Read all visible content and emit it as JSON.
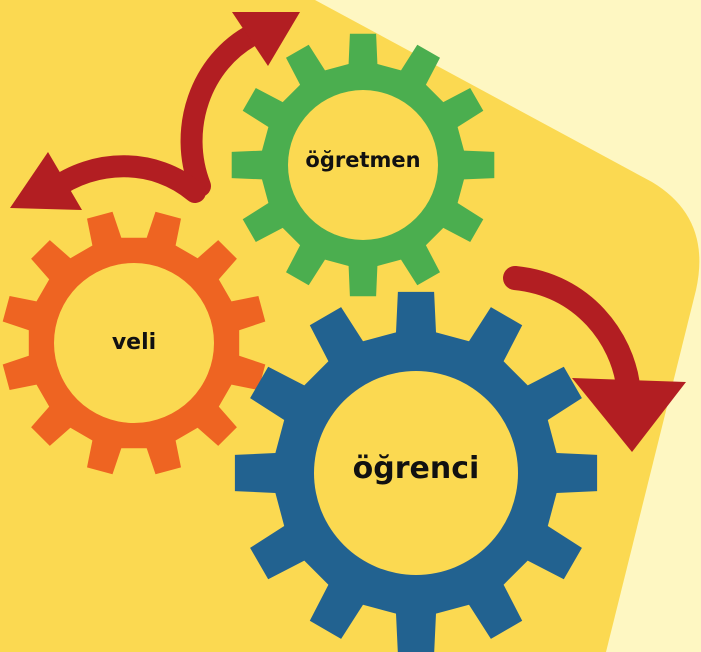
{
  "colors": {
    "page_background": "#FEF7C2",
    "panel_fill": "#FBD951",
    "gear_hole": "#FBD951",
    "arrow": "#B21E22",
    "label_text": "#111111"
  },
  "gears": {
    "ogretmen": {
      "label": "öğretmen",
      "color": "#4BAE4F",
      "teeth": 12
    },
    "veli": {
      "label": "veli",
      "color": "#EE6422",
      "teeth": 12
    },
    "ogrenci": {
      "label": "öğrenci",
      "color": "#226290",
      "teeth": 12
    }
  },
  "arrows": [
    {
      "name": "arrow-to-top",
      "icon": "curved-arrow-icon"
    },
    {
      "name": "arrow-to-left",
      "icon": "curved-arrow-icon"
    },
    {
      "name": "arrow-to-bottom-right",
      "icon": "curved-arrow-icon"
    }
  ]
}
